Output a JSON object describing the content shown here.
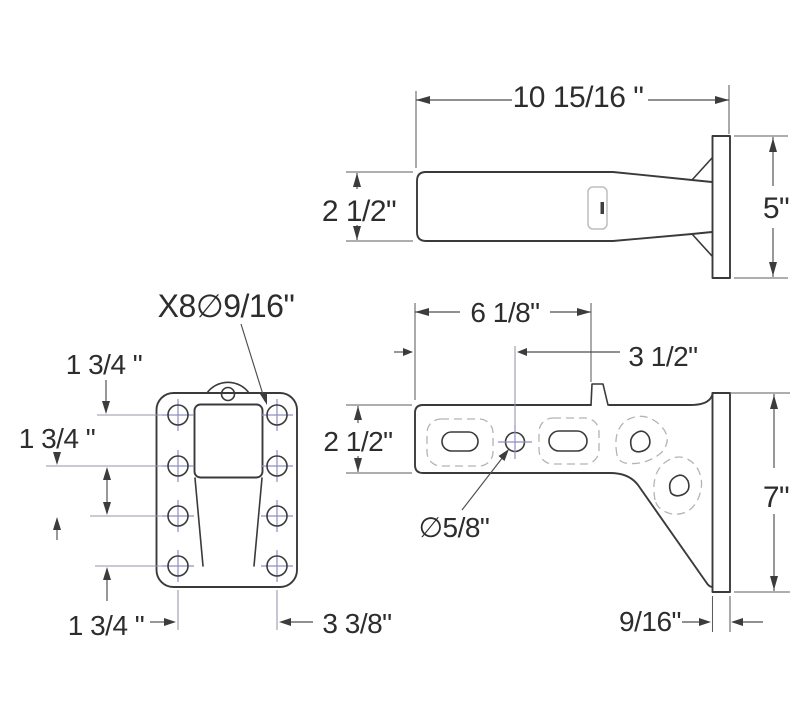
{
  "drawing": {
    "kind": "technical-drawing",
    "subject": "pintle-hook-mounting-plate",
    "colors": {
      "outline": "#3a3a3a",
      "dimension": "#4d4d4d",
      "crosshair": "#8f8fc2",
      "dashed_outline": "#b4b4b4",
      "background": "#ffffff"
    },
    "views": {
      "top_side_view": {
        "shank_length": "10 15/16 \"",
        "shank_height": "2 1/2\"",
        "flange_width": "5\""
      },
      "front_view": {
        "hole_note": "X8∅9/16\"",
        "row_gap_1": "1 3/4 \"",
        "row_gap_2": "1 3/4 \"",
        "row_gap_3": "1 3/4 \"",
        "column_span": "3 3/8\""
      },
      "profile_view": {
        "arm_length": "6 1/8\"",
        "hole_offset": "3 1/2\"",
        "arm_height": "2 1/2\"",
        "hole_diameter": "∅5/8\"",
        "flange_height": "7\"",
        "flange_thickness": "9/16\""
      }
    }
  }
}
